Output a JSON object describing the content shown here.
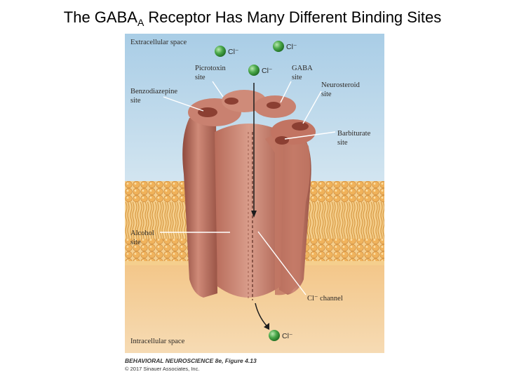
{
  "title": {
    "main": "The GABA",
    "subscript": "A",
    "rest": " Receptor Has Many Different Binding Sites"
  },
  "figure": {
    "regions": {
      "extracellular": "Extracellular space",
      "intracellular": "Intracellular space"
    },
    "ion": "Cl⁻",
    "labels": {
      "picrotoxin": [
        "Picrotoxin",
        "site"
      ],
      "gaba": [
        "GABA",
        "site"
      ],
      "benzodiazepine": [
        "Benzodiazepine",
        "site"
      ],
      "neurosteroid": [
        "Neurosteroid",
        "site"
      ],
      "barbiturate": [
        "Barbiturate",
        "site"
      ],
      "alcohol": [
        "Alcohol",
        "site"
      ],
      "channel": "Cl⁻ channel"
    },
    "colors": {
      "receptor": "#b9695a",
      "background_top": "#a9cde6",
      "membrane": "#f2b55a",
      "ion": "#3c9a3c"
    }
  },
  "caption": {
    "line1": "BEHAVIORAL NEUROSCIENCE 8e, Figure 4.13",
    "line2": "© 2017 Sinauer Associates, Inc."
  }
}
